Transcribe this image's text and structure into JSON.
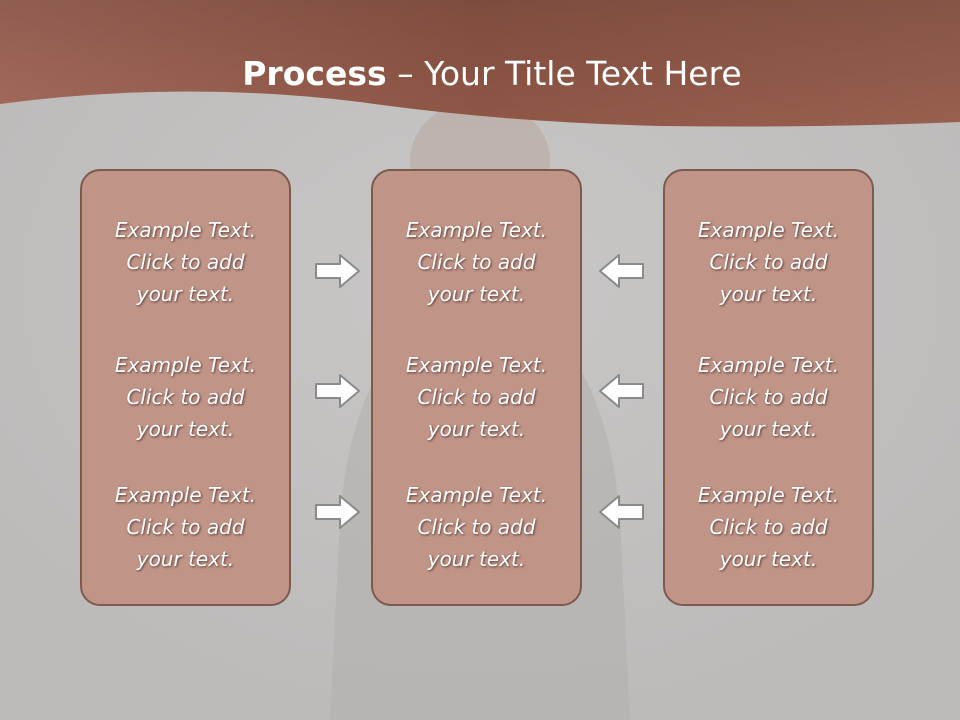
{
  "title": {
    "bold": "Process",
    "rest": " – Your Title Text Here"
  },
  "columns": [
    {
      "blocks": [
        {
          "line1": "Example Text.",
          "line2": "Click  to add",
          "line3": "your text."
        },
        {
          "line1": "Example Text.",
          "line2": "Click  to add",
          "line3": "your text."
        },
        {
          "line1": "Example Text.",
          "line2": "Click  to add",
          "line3": "your text."
        }
      ]
    },
    {
      "blocks": [
        {
          "line1": "Example Text.",
          "line2": "Click  to add",
          "line3": "your text."
        },
        {
          "line1": "Example Text.",
          "line2": "Click  to add",
          "line3": "your text."
        },
        {
          "line1": "Example Text.",
          "line2": "Click  to add",
          "line3": "your text."
        }
      ]
    },
    {
      "blocks": [
        {
          "line1": "Example Text.",
          "line2": "Click  to add",
          "line3": "your text."
        },
        {
          "line1": "Example Text.",
          "line2": "Click  to add",
          "line3": "your text."
        },
        {
          "line1": "Example Text.",
          "line2": "Click  to add",
          "line3": "your text."
        }
      ]
    }
  ],
  "colors": {
    "header_band": "#a26454",
    "box_fill": "#c09487",
    "box_border": "#7d5a50",
    "background": "#c3c1c0",
    "arrow_fill": "#ffffff",
    "arrow_stroke": "#8a8a8a"
  },
  "icons": {
    "left_arrows": "arrow-right-icon",
    "right_arrows": "arrow-left-icon"
  }
}
